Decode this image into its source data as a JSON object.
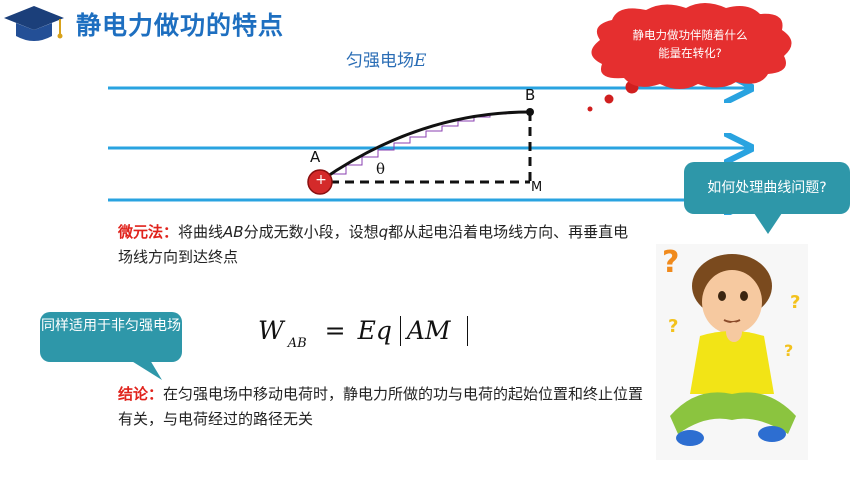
{
  "header": {
    "title": "静电力做功的特点"
  },
  "diagram": {
    "field_label": "匀强电场",
    "field_symbol": "E",
    "point_a": "A",
    "point_b": "B",
    "point_m": "M",
    "angle": "θ",
    "charge_sign": "+"
  },
  "cloud": {
    "text": "静电力做功伴随着什么能量在转化?"
  },
  "curve_question": {
    "text": "如何处理曲线问题?"
  },
  "micro_method": {
    "label": "微元法：",
    "text_1": "将曲线",
    "ab": "AB",
    "text_2": "分成无数小段，设想",
    "q": "q",
    "text_3": "都从起电沿着电场线方向、再垂直电场线方向到达终点"
  },
  "applicable": {
    "text": "同样适用于非匀强电场"
  },
  "formula": {
    "w": "W",
    "sub": "AB",
    "eq": "=",
    "eq_q": "Eq",
    "am": "AM"
  },
  "conclusion": {
    "label": "结论：",
    "text": "在匀强电场中移动电荷时，静电力所做的功与电荷的起始位置和终止位置有关，与电荷经过的路径无关"
  },
  "colors": {
    "title": "#1e6fc0",
    "field_line": "#29a3e0",
    "accent_red": "#e0231c",
    "callout": "#2e97a9"
  }
}
